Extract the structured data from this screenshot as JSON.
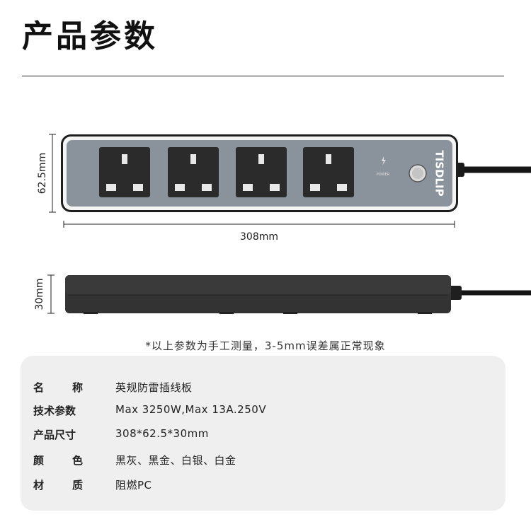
{
  "heading": {
    "title": "产品参数"
  },
  "diagram": {
    "brand": "TISDLIP",
    "power_label": "POWER",
    "height_dim": "62.5mm",
    "length_dim": "308mm",
    "thickness_dim": "30mm",
    "colors": {
      "plate": "#8a939c",
      "socket": "#2b2b2b",
      "body": "#333333",
      "frame": "#1e1e1e"
    }
  },
  "note": "*以上参数为手工测量，3-5mm误差属正常现象",
  "specs": [
    {
      "label_a": "名",
      "label_b": "称",
      "value": "英规防雷插线板"
    },
    {
      "label_a": "技术参数",
      "label_b": "",
      "value": "Max 3250W,Max 13A.250V"
    },
    {
      "label_a": "产品尺寸",
      "label_b": "",
      "value": "308*62.5*30mm"
    },
    {
      "label_a": "颜",
      "label_b": "色",
      "value": "黑灰、黑金、白银、白金"
    },
    {
      "label_a": "材",
      "label_b": "质",
      "value": "阻燃PC"
    }
  ]
}
